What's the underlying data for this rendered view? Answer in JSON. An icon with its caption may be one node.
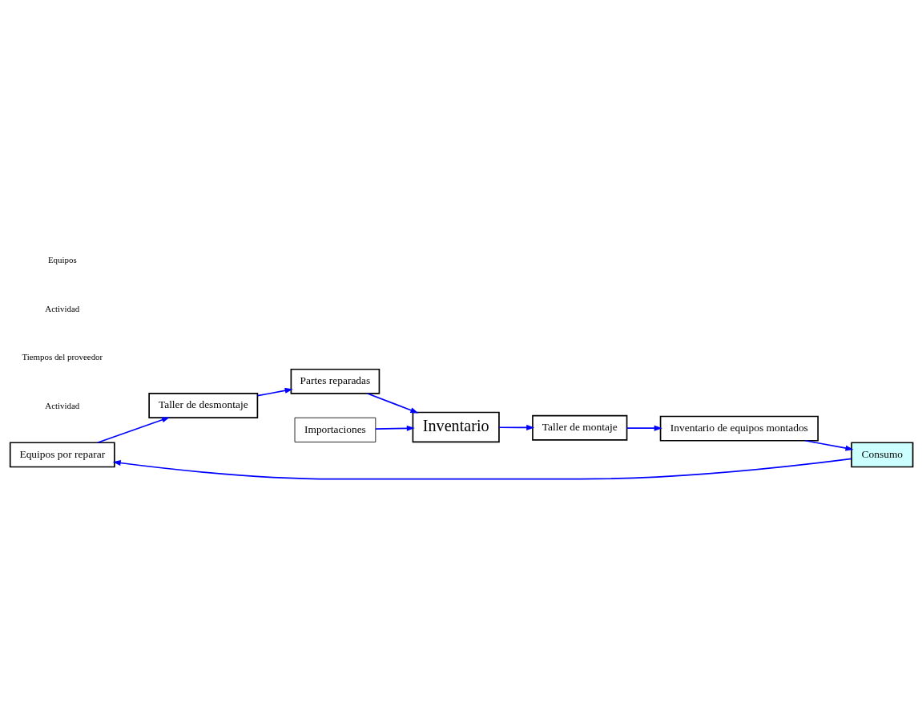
{
  "diagram": {
    "nodes": [
      {
        "text": [
          "Equipos por reparar"
        ]
      },
      {
        "text": [
          "Taller de desmontaje"
        ]
      },
      {
        "text": [
          "Consumo"
        ]
      },
      {
        "text": [
          "Partes reparadas"
        ]
      },
      {
        "text": [
          "Importaciones"
        ]
      },
      {
        "text": [
          "Inventario"
        ]
      },
      {
        "text": [
          "Taller de montaje"
        ]
      },
      {
        "text": [
          "Inventario de equipos montados"
        ]
      }
    ],
    "edges": [
      {
        "from": 0,
        "to": 1,
        "arrow": "to"
      },
      {
        "from": 1,
        "to": 3,
        "arrow": "to"
      },
      {
        "from": 3,
        "to": 5,
        "arrow": "to"
      },
      {
        "from": 4,
        "to": 5,
        "arrow": "to"
      },
      {
        "from": 5,
        "to": 6,
        "arrow": "to"
      },
      {
        "from": 6,
        "to": 7,
        "arrow": "to"
      },
      {
        "from": 7,
        "to": 2,
        "arrow": "to"
      },
      {
        "from": 2,
        "to": 0,
        "arrow": "to"
      }
    ],
    "labels": [
      "Actividad",
      "Tiempos del proveedor",
      "Actividad",
      "Equipos"
    ]
  }
}
